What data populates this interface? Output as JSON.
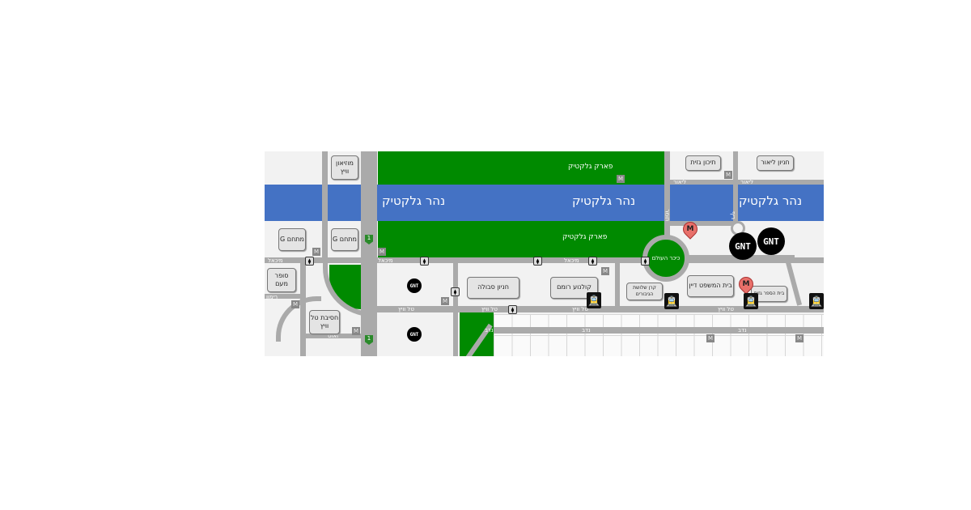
{
  "rivers": [
    {
      "label": "נהר גלקטיק"
    },
    {
      "label": "נהר גלקטיק"
    },
    {
      "label": "נהר גלקטיק"
    }
  ],
  "parks": [
    {
      "label": "פארק גלקטיק"
    },
    {
      "label": "פארק גלקטיק"
    }
  ],
  "streets": {
    "michal": "מיכאל",
    "michal2": "מיכאל",
    "michal3": "מיכאל",
    "tal_vitz": "טל וויץ",
    "tal_vitz2": "טל וויץ",
    "tal_vitz3": "טל וויץ",
    "tal_vitz4": "טל וויץ",
    "nadav": "נדב",
    "nadav2": "נדב",
    "nadav3": "נדב",
    "lior": "ליאור",
    "lior2": "ליאור",
    "zaos": "זאוס",
    "rimon": "רימון",
    "tomer": "תומר",
    "reef": "ריף"
  },
  "roundabout": "כיכר העולם",
  "buildings": [
    {
      "label": "מוזיאון וויץ"
    },
    {
      "label": "מתחם G"
    },
    {
      "label": "מתחם G"
    },
    {
      "label": "סופר מעם"
    },
    {
      "label": "חסיבת טל וויץ"
    },
    {
      "label": "חניון סבולה"
    },
    {
      "label": "קולנוע רומם"
    },
    {
      "label": "קרן שלושת הגיבורים"
    },
    {
      "label": "בית המשפט דיין"
    },
    {
      "label": "בית הספר גזית"
    },
    {
      "label": "תיכון גזית"
    },
    {
      "label": "חניון ליאור"
    }
  ],
  "markers": {
    "metro": "M",
    "route": "1",
    "gnt": "GNT",
    "tram": "🚊",
    "stop": "⧫"
  },
  "colors": {
    "river": "#4472c4",
    "park": "#008a00",
    "road": "#aaaaaa"
  }
}
